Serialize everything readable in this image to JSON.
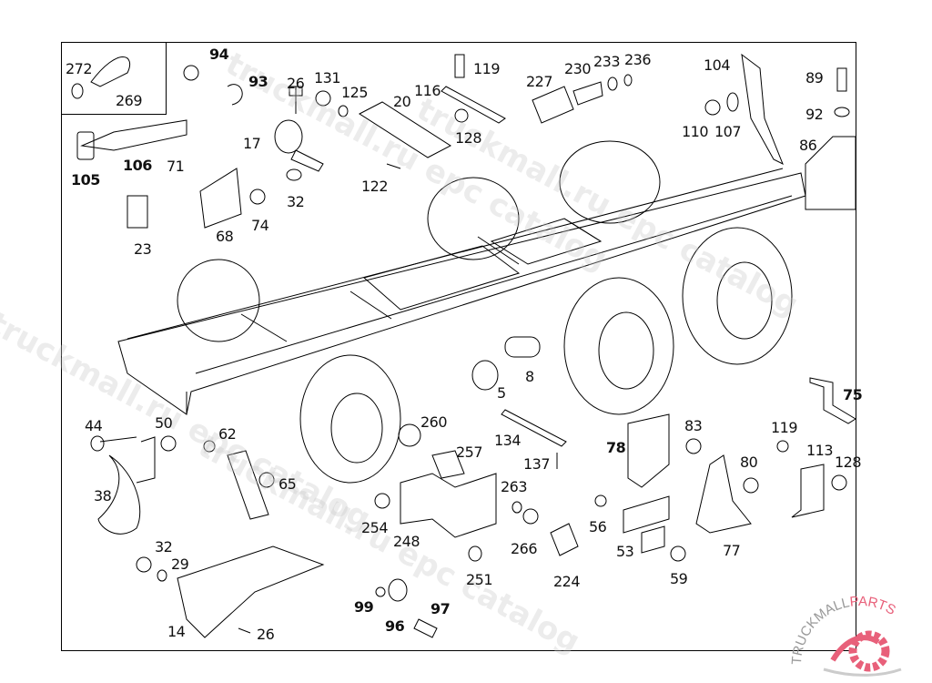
{
  "diagram": {
    "title": "Truck chassis frame — brackets and fasteners exploded view",
    "watermark_text": "truckmall.ru epc catalog",
    "brand": {
      "name_left": "TRUCKMALL",
      "name_right": "PARTS",
      "color_brand": "#e8607a",
      "color_text": "#999999"
    },
    "inset_labels": [
      "272",
      "269"
    ],
    "part_labels": [
      {
        "id": "272",
        "bold": false
      },
      {
        "id": "269",
        "bold": false
      },
      {
        "id": "94",
        "bold": true
      },
      {
        "id": "93",
        "bold": true
      },
      {
        "id": "26",
        "bold": false
      },
      {
        "id": "131",
        "bold": false
      },
      {
        "id": "125",
        "bold": false
      },
      {
        "id": "20",
        "bold": false
      },
      {
        "id": "116",
        "bold": false
      },
      {
        "id": "119",
        "bold": false
      },
      {
        "id": "128",
        "bold": false
      },
      {
        "id": "122",
        "bold": false
      },
      {
        "id": "227",
        "bold": false
      },
      {
        "id": "230",
        "bold": false
      },
      {
        "id": "233",
        "bold": false
      },
      {
        "id": "236",
        "bold": false
      },
      {
        "id": "104",
        "bold": false
      },
      {
        "id": "89",
        "bold": false
      },
      {
        "id": "92",
        "bold": false
      },
      {
        "id": "110",
        "bold": false
      },
      {
        "id": "107",
        "bold": false
      },
      {
        "id": "86",
        "bold": false
      },
      {
        "id": "105",
        "bold": true
      },
      {
        "id": "106",
        "bold": true
      },
      {
        "id": "71",
        "bold": false
      },
      {
        "id": "17",
        "bold": false
      },
      {
        "id": "32",
        "bold": false
      },
      {
        "id": "74",
        "bold": false
      },
      {
        "id": "68",
        "bold": false
      },
      {
        "id": "23",
        "bold": false
      },
      {
        "id": "5",
        "bold": false
      },
      {
        "id": "8",
        "bold": false
      },
      {
        "id": "75",
        "bold": true
      },
      {
        "id": "44",
        "bold": false
      },
      {
        "id": "50",
        "bold": false
      },
      {
        "id": "62",
        "bold": false
      },
      {
        "id": "65",
        "bold": false
      },
      {
        "id": "38",
        "bold": false
      },
      {
        "id": "32b",
        "text": "32",
        "bold": false
      },
      {
        "id": "29",
        "bold": false
      },
      {
        "id": "14",
        "bold": false
      },
      {
        "id": "26b",
        "text": "26",
        "bold": false
      },
      {
        "id": "260",
        "bold": false
      },
      {
        "id": "257",
        "bold": false
      },
      {
        "id": "134",
        "bold": false
      },
      {
        "id": "137",
        "bold": false
      },
      {
        "id": "263",
        "bold": false
      },
      {
        "id": "254",
        "bold": false
      },
      {
        "id": "248",
        "bold": false
      },
      {
        "id": "266",
        "bold": false
      },
      {
        "id": "251",
        "bold": false
      },
      {
        "id": "224",
        "bold": false
      },
      {
        "id": "99",
        "bold": true
      },
      {
        "id": "96",
        "bold": true
      },
      {
        "id": "97",
        "bold": true
      },
      {
        "id": "78",
        "bold": true
      },
      {
        "id": "83",
        "bold": false
      },
      {
        "id": "56",
        "bold": false
      },
      {
        "id": "53",
        "bold": false
      },
      {
        "id": "59",
        "bold": false
      },
      {
        "id": "80",
        "bold": false
      },
      {
        "id": "77",
        "bold": false
      },
      {
        "id": "119b",
        "text": "119",
        "bold": false
      },
      {
        "id": "113",
        "bold": false
      },
      {
        "id": "128b",
        "text": "128",
        "bold": false
      }
    ]
  }
}
